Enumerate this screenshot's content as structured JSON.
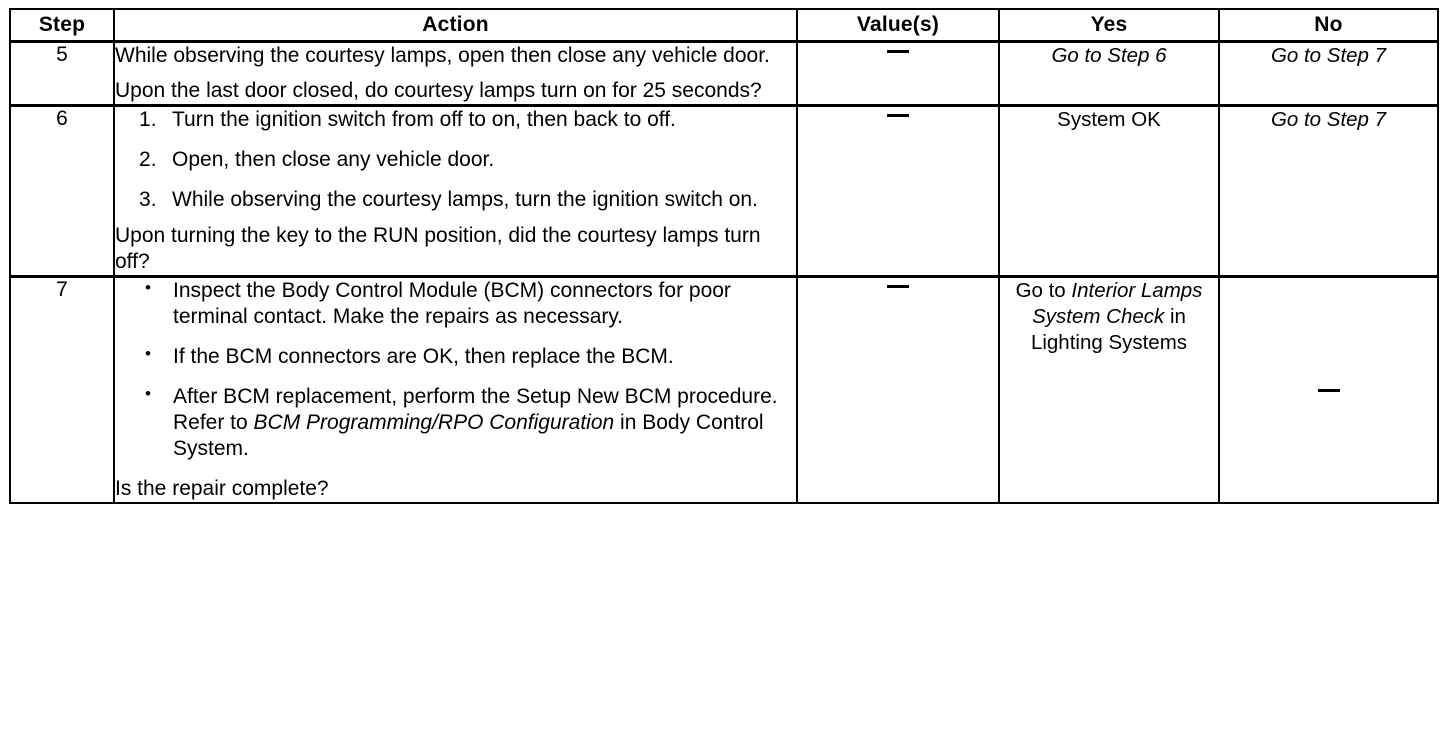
{
  "table": {
    "headers": [
      "Step",
      "Action",
      "Value(s)",
      "Yes",
      "No"
    ],
    "rows": [
      {
        "step": "5",
        "action": {
          "paragraphs": [
            "While observing the courtesy lamps, open then close any vehicle door.",
            "Upon the last door closed, do courtesy lamps turn on for 25 seconds?"
          ]
        },
        "value": "—",
        "yes": "Go to Step 6",
        "no": "Go to Step 7"
      },
      {
        "step": "6",
        "action": {
          "numbered": [
            "Turn the ignition switch from off to on, then back to off.",
            "Open, then close any vehicle door.",
            "While observing the courtesy lamps, turn the ignition switch on."
          ],
          "question": "Upon turning the key to the RUN position, did the courtesy lamps turn off?"
        },
        "value": "—",
        "yes": "System OK",
        "no": "Go to Step 7"
      },
      {
        "step": "7",
        "action": {
          "bullets": [
            "Inspect the Body Control Module (BCM) connectors for poor terminal contact. Make the repairs as necessary.",
            "If the BCM connectors are OK, then replace the BCM."
          ],
          "bullet3": {
            "pre": "After BCM replacement, perform the Setup New BCM procedure. Refer to ",
            "italic": "BCM Programming/RPO Configuration",
            "post": " in Body Control System."
          },
          "question": "Is the repair complete?"
        },
        "value": "—",
        "yes": {
          "pre": "Go to ",
          "italic": "Interior Lamps System Check",
          "post": " in Lighting Systems"
        },
        "no": "—"
      }
    ]
  }
}
